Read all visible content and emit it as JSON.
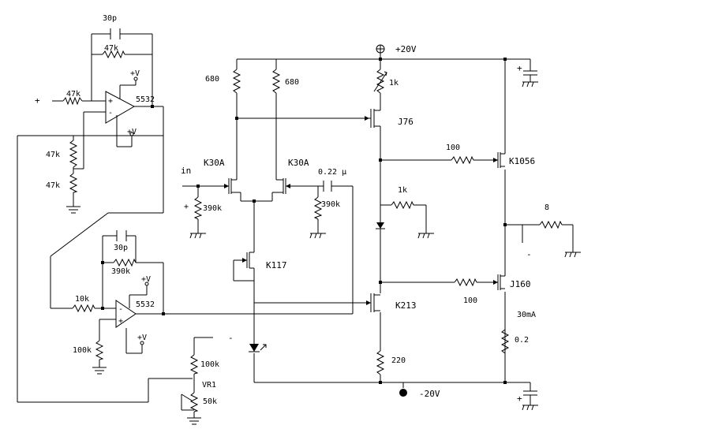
{
  "supply": {
    "positive": "+20V",
    "negative": "-20V"
  },
  "components": {
    "c_top_feedback": "30p",
    "r_top_feedback": "47k",
    "r_top_input": "47k",
    "opamp_top": "5532",
    "vplus_top_a": "+V",
    "vplus_top_b": "+V",
    "r_divider_upper": "47k",
    "r_divider_lower": "47k",
    "c_bot_feedback": "30p",
    "r_bot_feedback": "390k",
    "r_bot_input": "10k",
    "opamp_bot": "5532",
    "vplus_bot_a": "+V",
    "vplus_bot_b": "+V",
    "r_bot_ground": "100k",
    "r_drain_left": "680",
    "r_drain_right": "680",
    "jfet_left": "K30A",
    "jfet_right": "K30A",
    "input_label": "in",
    "r_gate_left": "390k",
    "r_gate_right": "390k",
    "c_coupling": "0.22 μ",
    "ccs_fet": "K117",
    "r_trim_top": "1k",
    "pfet_vas": "J76",
    "r_mid_1k": "1k",
    "nfet_vas": "K213",
    "r_source_bottom": "220",
    "r_gate_upper": "100",
    "out_fet_upper": "K1056",
    "r_load": "8",
    "r_gate_lower": "100",
    "out_fet_lower": "J160",
    "bias_current": "30mA",
    "r_sense": "0.2",
    "r_vr_fixed": "100k",
    "vr_name": "VR1",
    "r_vr": "50k"
  },
  "markers": {
    "plus_left": "+",
    "plus_in": "+",
    "minus_vr": "-",
    "minus_load": "-",
    "plus_cap_top": "+",
    "plus_cap_bottom": "+"
  }
}
